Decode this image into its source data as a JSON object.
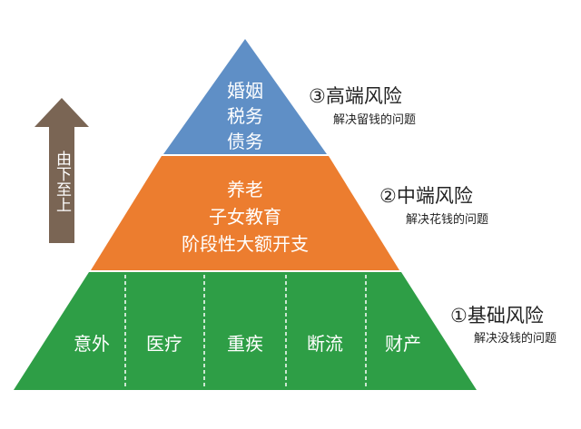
{
  "arrow_label": "由下至上",
  "tiers": [
    {
      "title": "③高端风险",
      "subtitle": "解决留钱的问题",
      "color": "#5f8fc6",
      "items": [
        "婚姻",
        "税务",
        "债务"
      ]
    },
    {
      "title": "②中端风险",
      "subtitle": "解决花钱的问题",
      "color": "#ec7d2f",
      "items": [
        "养老",
        "子女教育",
        "阶段性大额开支"
      ]
    },
    {
      "title": "①基础风险",
      "subtitle": "解决没钱的问题",
      "color": "#2e9e46",
      "items": [
        "意外",
        "医疗",
        "重疾",
        "断流",
        "财产"
      ]
    }
  ],
  "colors": {
    "arrow": "#7a6554",
    "text_light": "#ffffff",
    "text_dark": "#222222"
  }
}
